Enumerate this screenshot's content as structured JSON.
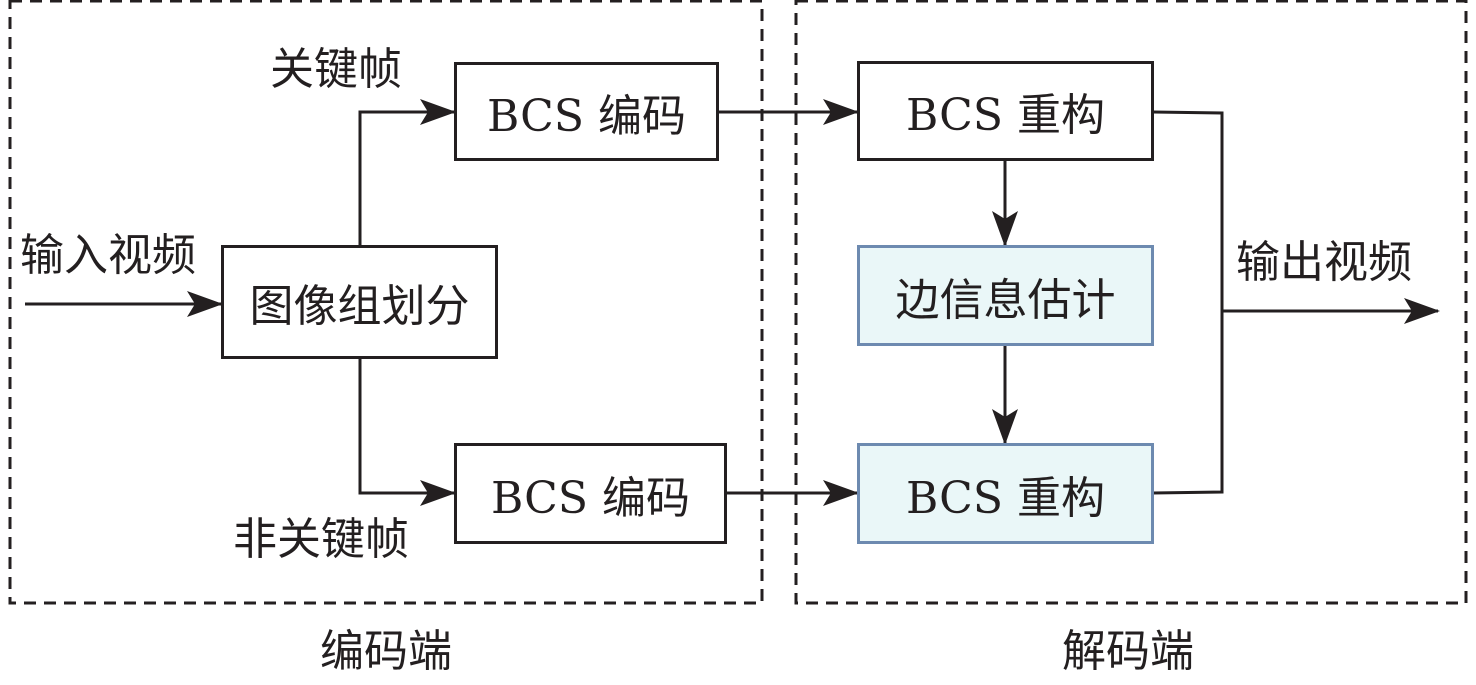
{
  "encoder": {
    "section_label": "编码端",
    "input_label": "输入视频",
    "key_frame_label": "关键帧",
    "nonkey_frame_label": "非关键帧",
    "gop_box": "图像组划分",
    "bcs_encode_key": "BCS 编码",
    "bcs_encode_nonkey": "BCS 编码"
  },
  "decoder": {
    "section_label": "解码端",
    "bcs_recon_key": "BCS 重构",
    "side_info": "边信息估计",
    "bcs_recon_nonkey": "BCS 重构",
    "output_label": "输出视频"
  },
  "colors": {
    "line": "#231f20",
    "highlight_fill": "#eaf7f8",
    "highlight_border": "#6d8ab0"
  }
}
